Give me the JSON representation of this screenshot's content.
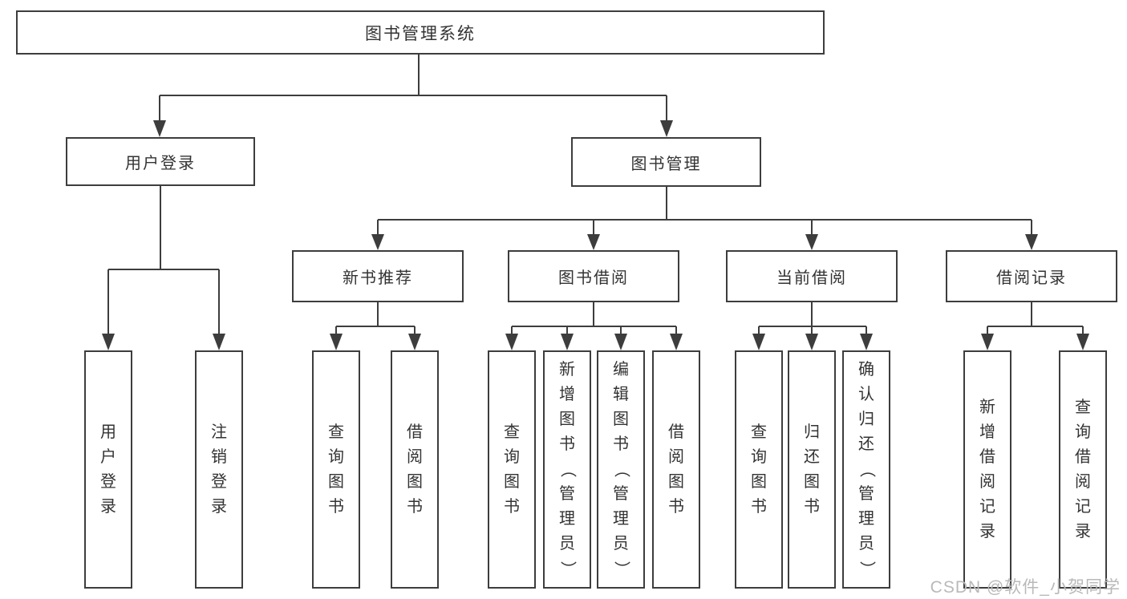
{
  "diagram": {
    "root": "图书管理系统",
    "branches": [
      {
        "label": "用户登录",
        "leaves": [
          "用户登录",
          "注销登录"
        ]
      },
      {
        "label": "图书管理",
        "groups": [
          {
            "label": "新书推荐",
            "leaves": [
              "查询图书",
              "借阅图书"
            ]
          },
          {
            "label": "图书借阅",
            "leaves": [
              "查询图书",
              "新增图书（管理员）",
              "编辑图书（管理员）",
              "借阅图书"
            ]
          },
          {
            "label": "当前借阅",
            "leaves": [
              "查询图书",
              "归还图书",
              "确认归还（管理员）"
            ]
          },
          {
            "label": "借阅记录",
            "leaves": [
              "新增借阅记录",
              "查询借阅记录"
            ]
          }
        ]
      }
    ]
  },
  "watermark": "CSDN @软件_小贺同学",
  "colors": {
    "line": "#3d3d3d",
    "text": "#333333",
    "background": "#ffffff",
    "watermark": "#b9b9b9"
  }
}
